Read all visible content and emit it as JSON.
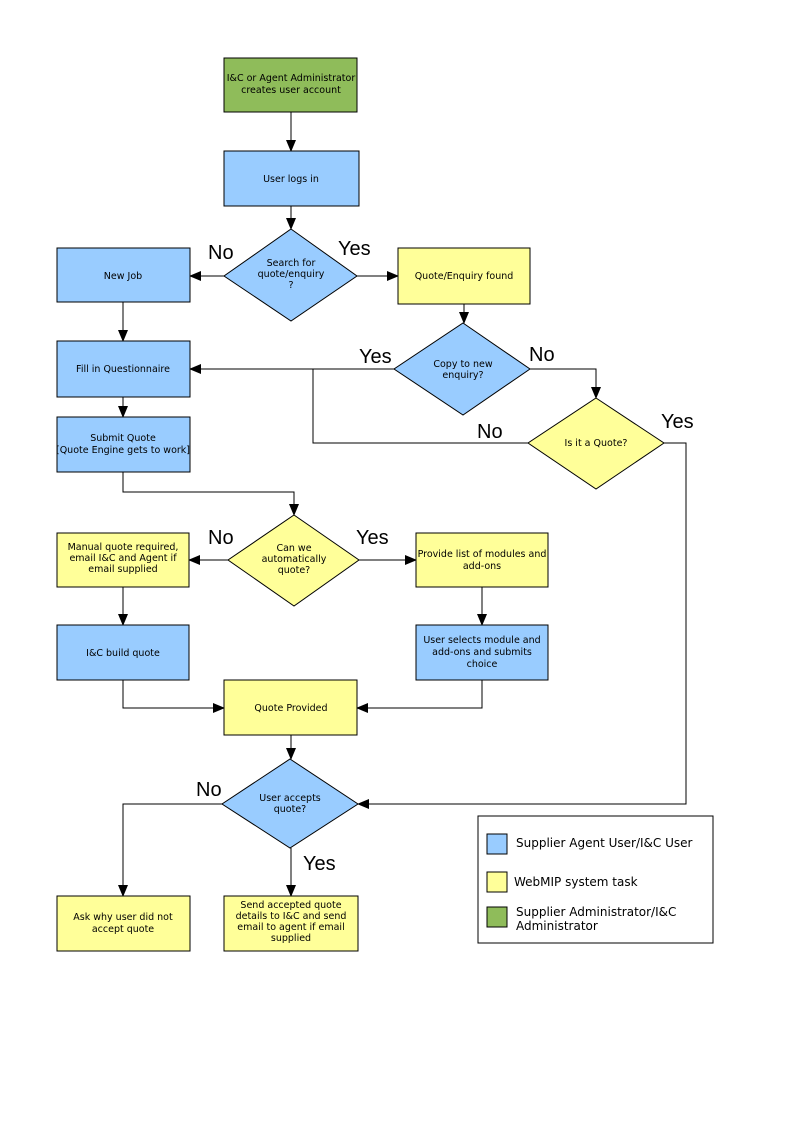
{
  "colors": {
    "user": "#99ccff",
    "system": "#ffff99",
    "admin": "#8fbc5a"
  },
  "nodes": {
    "create_account": {
      "lines": [
        "I&C or Agent Administrator",
        "creates user account"
      ]
    },
    "login": {
      "lines": [
        "User logs in"
      ]
    },
    "search": {
      "lines": [
        "Search for",
        "quote/enquiry",
        "?"
      ]
    },
    "new_job": {
      "lines": [
        "New Job"
      ]
    },
    "found": {
      "lines": [
        "Quote/Enquiry found"
      ]
    },
    "copy": {
      "lines": [
        "Copy to new",
        "enquiry?"
      ]
    },
    "questionnaire": {
      "lines": [
        "Fill in Questionnaire"
      ]
    },
    "is_quote": {
      "lines": [
        "Is it a Quote?"
      ]
    },
    "submit": {
      "lines": [
        "Submit Quote",
        "[Quote Engine gets to work]"
      ]
    },
    "auto": {
      "lines": [
        "Can we",
        "automatically",
        "quote?"
      ]
    },
    "manual": {
      "lines": [
        "Manual quote required,",
        "email I&C and Agent if",
        "email supplied"
      ]
    },
    "modules": {
      "lines": [
        "Provide list of modules and",
        "add-ons"
      ]
    },
    "build": {
      "lines": [
        "I&C build quote"
      ]
    },
    "selects": {
      "lines": [
        "User selects module and",
        "add-ons and submits",
        "choice"
      ]
    },
    "provided": {
      "lines": [
        "Quote Provided"
      ]
    },
    "accepts": {
      "lines": [
        "User accepts",
        "quote?"
      ]
    },
    "ask": {
      "lines": [
        "Ask why user did not",
        "accept quote"
      ]
    },
    "send": {
      "lines": [
        "Send accepted quote",
        "details to I&C and send",
        "email to agent if email",
        "supplied"
      ]
    }
  },
  "edge_labels": {
    "search_no": "No",
    "search_yes": "Yes",
    "copy_yes": "Yes",
    "copy_no": "No",
    "isquote_no": "No",
    "isquote_yes": "Yes",
    "auto_no": "No",
    "auto_yes": "Yes",
    "accepts_no": "No",
    "accepts_yes": "Yes"
  },
  "legend": {
    "items": [
      {
        "lines": [
          "Supplier Agent User/I&C User"
        ]
      },
      {
        "lines": [
          "WebMIP system task"
        ]
      },
      {
        "lines": [
          "Supplier Administrator/I&C",
          "Administrator"
        ]
      }
    ]
  }
}
